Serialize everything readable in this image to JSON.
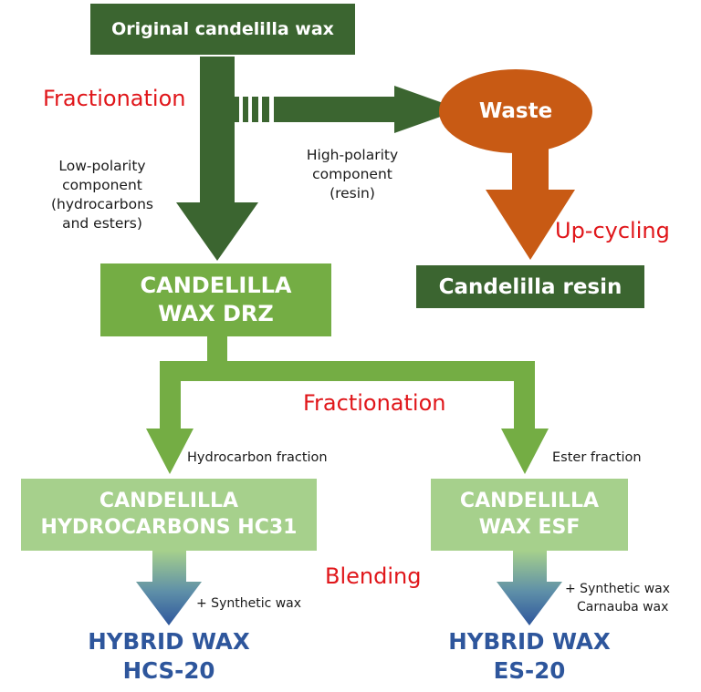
{
  "nodes": {
    "original": "Original candelilla wax",
    "waste": "Waste",
    "candelilla_resin": "Candelilla resin",
    "drz_line1": "CANDELILLA",
    "drz_line2": "WAX DRZ",
    "hc_line1": "CANDELILLA",
    "hc_line2": "HYDROCARBONS HC31",
    "esf_line1": "CANDELILLA",
    "esf_line2": "WAX ESF",
    "hcs_line1": "HYBRID WAX",
    "hcs_line2": "HCS-20",
    "es_line1": "HYBRID WAX",
    "es_line2": "ES-20"
  },
  "process_labels": {
    "fractionation_top": "Fractionation",
    "up_cycling": "Up-cycling",
    "fractionation_mid": "Fractionation",
    "blending": "Blending"
  },
  "annotations": {
    "low_polarity": [
      "Low-polarity",
      "component",
      "(hydrocarbons",
      "and esters)"
    ],
    "high_polarity": [
      "High-polarity",
      "component",
      "(resin)"
    ],
    "hydrocarbon_fraction": "Hydrocarbon fraction",
    "ester_fraction": "Ester fraction",
    "synthetic_wax_left": "+ Synthetic wax",
    "synthetic_wax_right": "+ Synthetic wax",
    "carnauba_wax": "Carnauba wax"
  },
  "colors": {
    "dark_green": "#3b6530",
    "medium_green": "#74ad44",
    "light_green": "#a6d08c",
    "orange": "#c85a14",
    "red_text": "#e0161a",
    "blue_text": "#2e569c"
  }
}
